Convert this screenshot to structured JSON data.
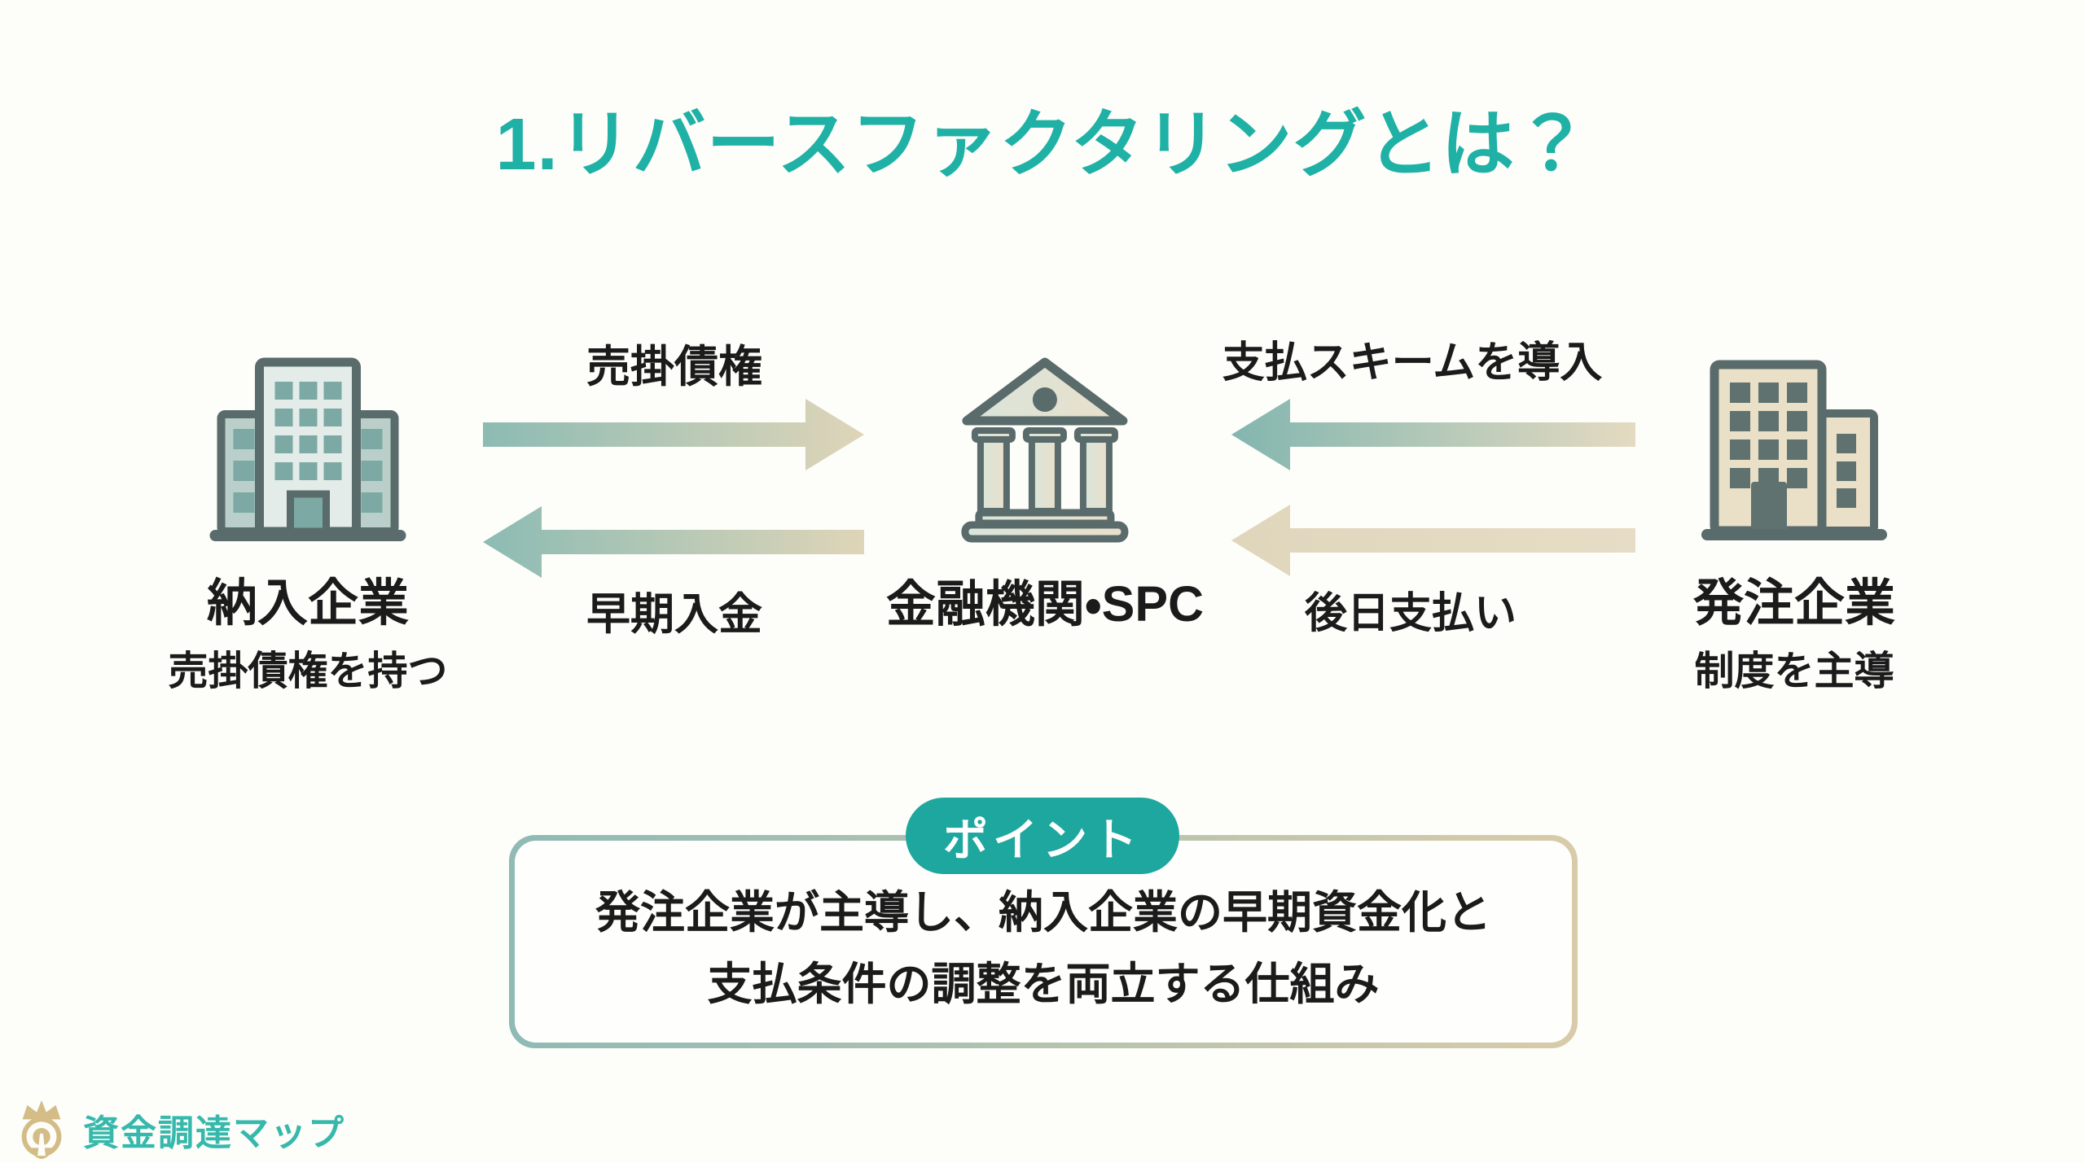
{
  "title": {
    "text": "1.リバースファクタリングとは？"
  },
  "entities": {
    "supplier": {
      "name": "納入企業",
      "subtitle": "売掛債権を持つ",
      "icon": "office-building-icon"
    },
    "financial": {
      "name": "金融機関・SPC",
      "icon": "bank-icon"
    },
    "buyer": {
      "name": "発注企業",
      "subtitle": "制度を主導",
      "icon": "office-building-icon"
    }
  },
  "flows": {
    "receivable": "売掛債権",
    "early_payment": "早期入金",
    "scheme_intro": "支払スキームを導入",
    "later_payment": "後日支払い"
  },
  "point": {
    "badge": "ポイント",
    "line1": "発注企業が主導し、納入企業の早期資金化と",
    "line2": "支払条件の調整を両立する仕組み"
  },
  "footer": {
    "logo_text": "資金調達マップ",
    "logo_icon": "crown-map-pin-icon"
  },
  "colors": {
    "bg": "#FDFDF9",
    "ink": "#1b1b1b",
    "teal": "#1FB1A5",
    "pill": "#1EA79E",
    "outline": "#5A6B6B",
    "arrow_teal": "#8CBBB3",
    "arrow_beige": "#DFD5B8",
    "beige_deep": "#E3D9C0",
    "win_teal": "#7CA9A3",
    "bldg_pale": "#E4ECE9",
    "bldg_wing": "#BACFC9",
    "bldg_cream": "#EADFC7",
    "win_slate": "#5F7270",
    "box_border_left": "#8FBAB5",
    "box_border_right": "#D8CBA9",
    "gold": "#D3BC85",
    "logo_teal": "#36B9AC"
  }
}
